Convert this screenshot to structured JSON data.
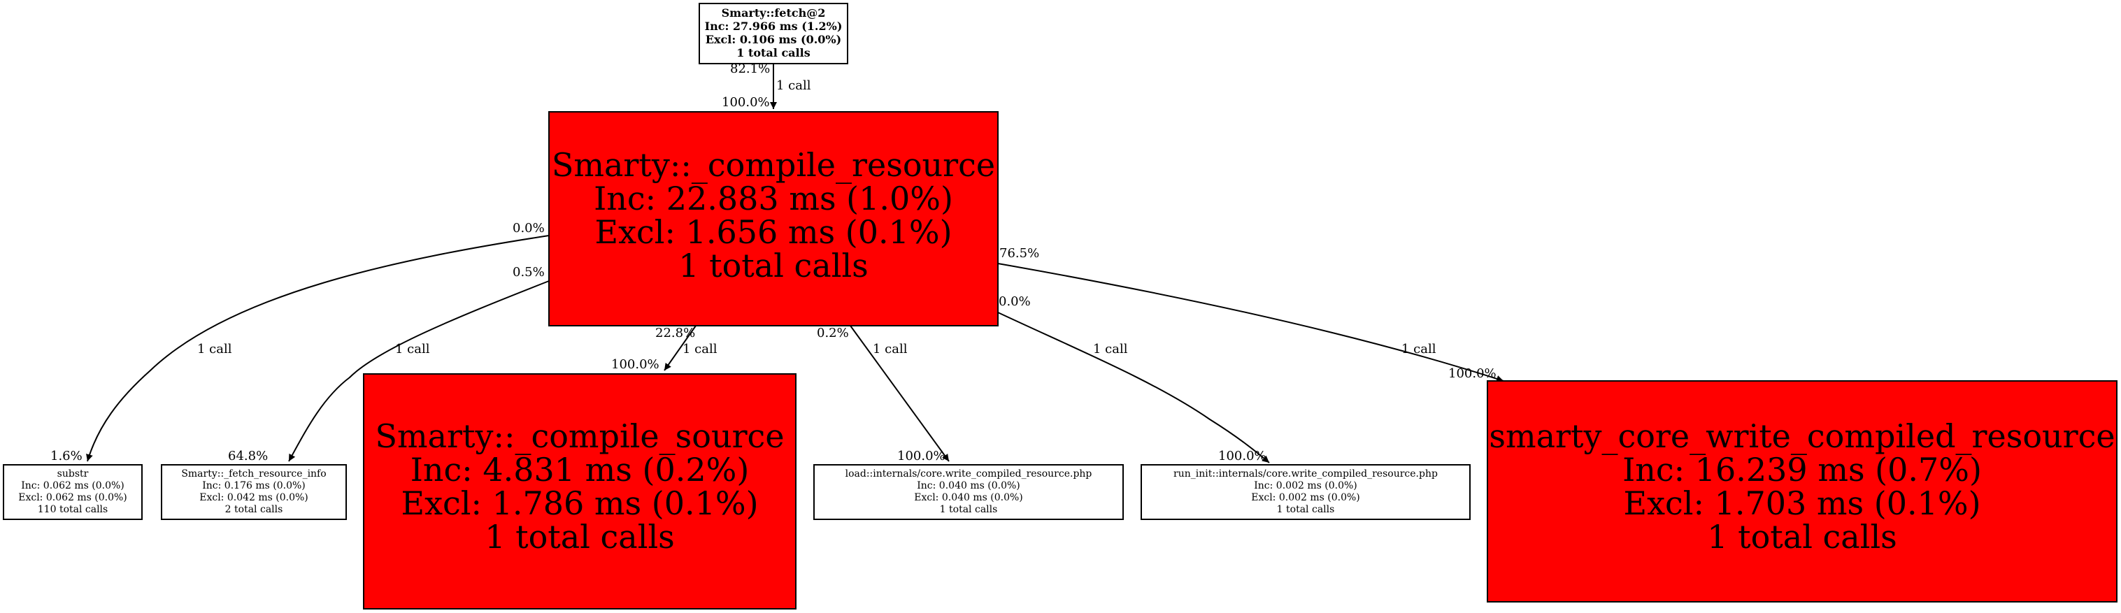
{
  "colors": {
    "hot": "#ff0000",
    "normal": "#ffffff",
    "stroke": "#000000"
  },
  "nodes": {
    "fetch": {
      "lines": [
        "Smarty::fetch@2",
        "Inc: 27.966 ms (1.2%)",
        "Excl: 0.106 ms (0.0%)",
        "1 total calls"
      ]
    },
    "compile_resource": {
      "lines": [
        "Smarty::_compile_resource",
        "Inc: 22.883 ms (1.0%)",
        "Excl: 1.656 ms (0.1%)",
        "1 total calls"
      ]
    },
    "substr": {
      "lines": [
        "substr",
        "Inc: 0.062 ms (0.0%)",
        "Excl: 0.062 ms (0.0%)",
        "110 total calls"
      ]
    },
    "fetch_resource_info": {
      "lines": [
        "Smarty::_fetch_resource_info",
        "Inc: 0.176 ms (0.0%)",
        "Excl: 0.042 ms (0.0%)",
        "2 total calls"
      ]
    },
    "compile_source": {
      "lines": [
        "Smarty::_compile_source",
        "Inc: 4.831 ms (0.2%)",
        "Excl: 1.786 ms (0.1%)",
        "1 total calls"
      ]
    },
    "load_internals": {
      "lines": [
        "load::internals/core.write_compiled_resource.php",
        "Inc: 0.040 ms (0.0%)",
        "Excl: 0.040 ms (0.0%)",
        "1 total calls"
      ]
    },
    "run_init": {
      "lines": [
        "run_init::internals/core.write_compiled_resource.php",
        "Inc: 0.002 ms (0.0%)",
        "Excl: 0.002 ms (0.0%)",
        "1 total calls"
      ]
    },
    "write_compiled": {
      "lines": [
        "smarty_core_write_compiled_resource",
        "Inc: 16.239 ms (0.7%)",
        "Excl: 1.703 ms (0.1%)",
        "1 total calls"
      ]
    }
  },
  "edges": [
    {
      "from": "fetch",
      "to": "compile_resource",
      "calls": "1 call",
      "tail_pct": "82.1%",
      "head_pct": "100.0%"
    },
    {
      "from": "compile_resource",
      "to": "substr",
      "calls": "1 call",
      "tail_pct": "0.0%",
      "head_pct": "1.6%"
    },
    {
      "from": "compile_resource",
      "to": "fetch_resource_info",
      "calls": "1 call",
      "tail_pct": "0.5%",
      "head_pct": "64.8%"
    },
    {
      "from": "compile_resource",
      "to": "compile_source",
      "calls": "1 call",
      "tail_pct": "22.8%",
      "head_pct": "100.0%"
    },
    {
      "from": "compile_resource",
      "to": "load_internals",
      "calls": "1 call",
      "tail_pct": "0.2%",
      "head_pct": "100.0%"
    },
    {
      "from": "compile_resource",
      "to": "run_init",
      "calls": "1 call",
      "tail_pct": "0.0%",
      "head_pct": "100.0%"
    },
    {
      "from": "compile_resource",
      "to": "write_compiled",
      "calls": "1 call",
      "tail_pct": "76.5%",
      "head_pct": "100.0%"
    }
  ]
}
